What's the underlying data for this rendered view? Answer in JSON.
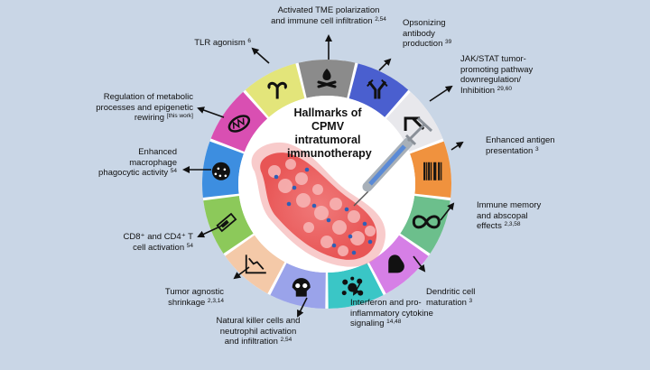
{
  "title_lines": [
    "Hallmarks of",
    "CPMV",
    "intratumoral",
    "immunotherapy"
  ],
  "labels": [
    {
      "lines": [
        "Activated TME polarization",
        "and immune cell infiltration"
      ],
      "ref": "2,54",
      "icon": "fire-icon",
      "color": "#8b8b8b"
    },
    {
      "lines": [
        "Opsonizing",
        "antibody",
        "production"
      ],
      "ref": "39",
      "icon": "antibody-icon",
      "color": "#4a5fcf"
    },
    {
      "lines": [
        "JAK/STAT tumor-",
        "promoting pathway",
        "downregulation/",
        "Inhibition"
      ],
      "ref": "29,60",
      "icon": "pathway-arrow-icon",
      "color": "#e8e8ec"
    },
    {
      "lines": [
        "Enhanced antigen",
        "presentation"
      ],
      "ref": "3",
      "icon": "barcode-icon",
      "color": "#f0923e"
    },
    {
      "lines": [
        "Immune memory",
        "and abscopal",
        "effects"
      ],
      "ref": "2,3,58",
      "icon": "infinity-icon",
      "color": "#6cbf8c"
    },
    {
      "lines": [
        "Dendritic cell",
        "maturation"
      ],
      "ref": "3",
      "icon": "flexed-arm-icon",
      "color": "#d67fe6"
    },
    {
      "lines": [
        "Interferon and pro-",
        "inflammatory cytokine",
        "signaling"
      ],
      "ref": "14,48",
      "icon": "cytokine-icon",
      "color": "#3ac6c6"
    },
    {
      "lines": [
        "Natural killer cells and",
        "neutrophil activation",
        "and infiltration"
      ],
      "ref": "2,54",
      "icon": "skull-icon",
      "color": "#9aa3ea"
    },
    {
      "lines": [
        "Tumor agnostic",
        "shrinkage"
      ],
      "ref": "2,3,14",
      "icon": "declining-chart-icon",
      "color": "#f4c9a8"
    },
    {
      "lines": [
        "CD8⁺ and CD4⁺ T",
        "cell activation"
      ],
      "ref": "54",
      "icon": "battery-icon",
      "color": "#8cc95a"
    },
    {
      "lines": [
        "Enhanced",
        "macrophage",
        "phagocytic activity"
      ],
      "ref": "54",
      "icon": "macrophage-icon",
      "color": "#3d8ee0"
    },
    {
      "lines": [
        "Regulation of metabolic",
        "processes and epigenetic",
        "rewiring"
      ],
      "ref": "[this work]",
      "icon": "mitochondria-icon",
      "color": "#d94fb2"
    },
    {
      "lines": [
        "TLR agonism"
      ],
      "ref": "6",
      "icon": "receptor-icon",
      "color": "#e3e57a"
    }
  ]
}
